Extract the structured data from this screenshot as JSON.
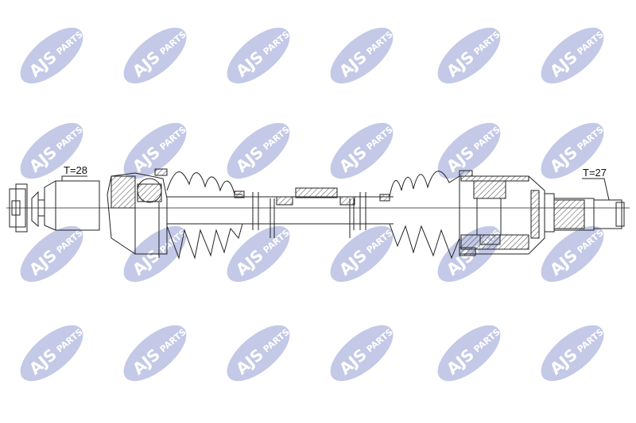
{
  "watermark": {
    "text_main": "AJS",
    "text_sub": "PARTS",
    "color": "#c3c9e6"
  },
  "labels": {
    "left_spline": "T=28",
    "right_spline": "T=27"
  },
  "colors": {
    "line": "#222222",
    "hatch": "#444444"
  }
}
